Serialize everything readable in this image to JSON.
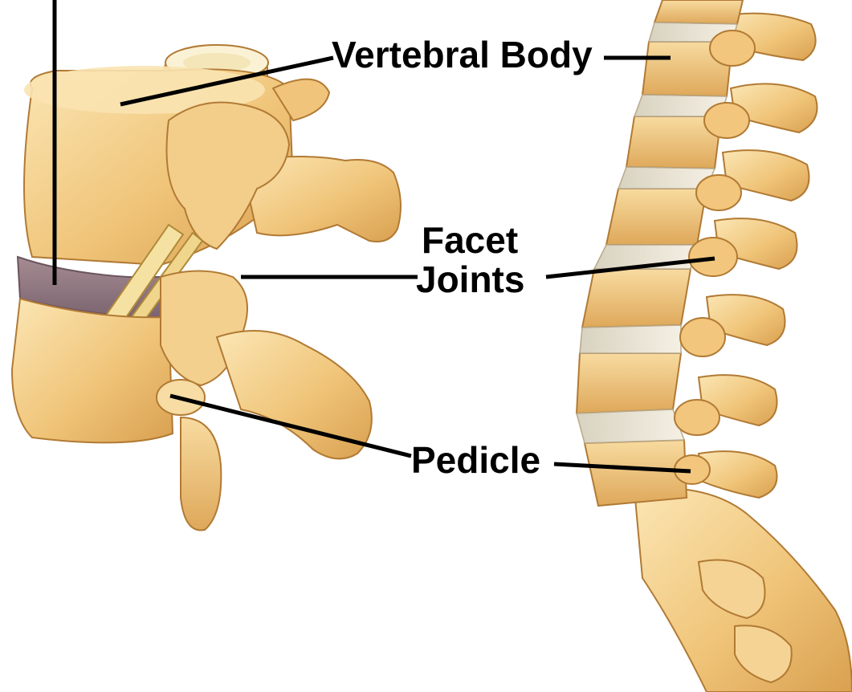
{
  "labels": {
    "vertebral_body": "Vertebral Body",
    "facet_line1": "Facet",
    "facet_line2": "Joints",
    "pedicle": "Pedicle"
  },
  "colors": {
    "bone_light": "#f6d89a",
    "bone_mid": "#eab866",
    "bone_shadow": "#c98a3a",
    "bone_outline": "#a8702e",
    "disc": "#8f7680",
    "disc_light": "#e9e2cf",
    "nerve": "#f3df9a",
    "text": "#000000"
  }
}
